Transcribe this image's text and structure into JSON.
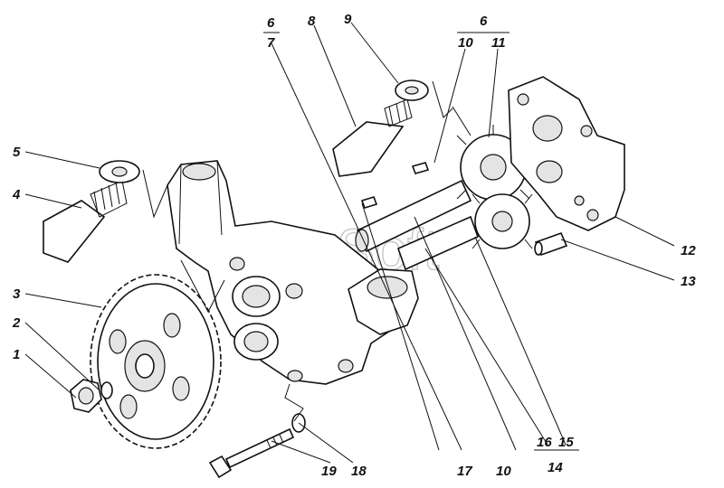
{
  "watermark": "AutoSoft",
  "labels": {
    "l1": "1",
    "l2": "2",
    "l3": "3",
    "l4": "4",
    "l5": "5",
    "l6a": "6",
    "l7": "7",
    "l8": "8",
    "l9": "9",
    "l6b": "6",
    "l10a": "10",
    "l11": "11",
    "l12": "12",
    "l13": "13",
    "l14": "14",
    "l15": "15",
    "l16": "16",
    "l10b": "10",
    "l17": "17",
    "l18": "18",
    "l19": "19"
  }
}
